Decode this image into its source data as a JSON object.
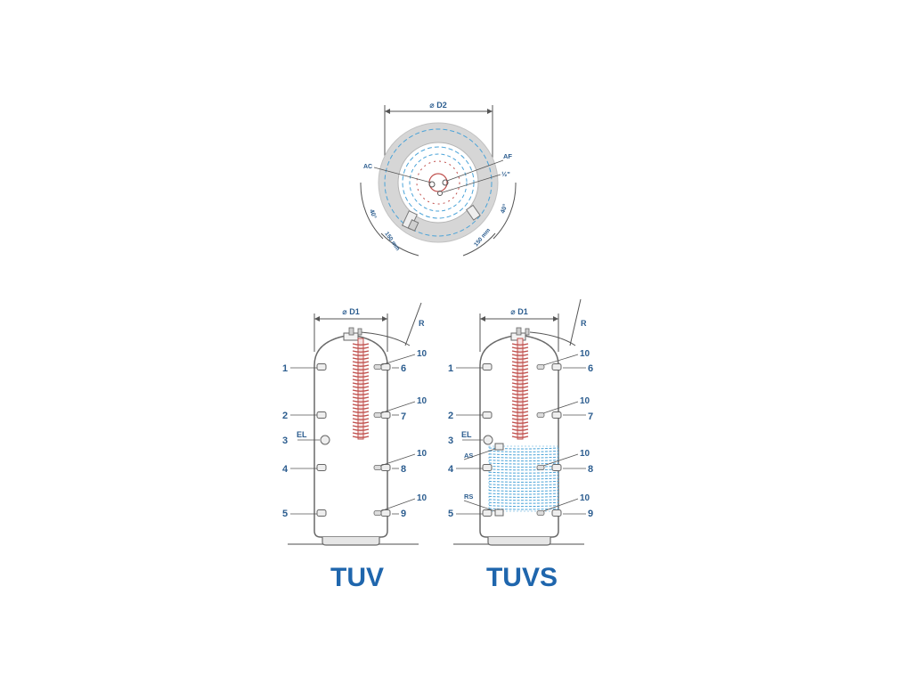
{
  "top_view": {
    "diameter_label": "⌀ D2",
    "ac_label": "AC",
    "af_label": "AF",
    "half_inch_label": "½\"",
    "angle_left": "40°",
    "angle_right": "40°",
    "dist_left": "150 mm",
    "dist_right": "150 mm"
  },
  "tuv": {
    "title": "TUV",
    "diameter_label": "⌀ D1",
    "r_label": "R",
    "left_labels": [
      "1",
      "2",
      "3",
      "4",
      "5"
    ],
    "right_labels": [
      "6",
      "7",
      "8",
      "9"
    ],
    "top_labels": [
      "10",
      "10",
      "10",
      "10"
    ],
    "el_label": "EL"
  },
  "tuvs": {
    "title": "TUVS",
    "diameter_label": "⌀ D1",
    "r_label": "R",
    "left_labels": [
      "1",
      "2",
      "3",
      "4",
      "5"
    ],
    "right_labels": [
      "6",
      "7",
      "8",
      "9"
    ],
    "top_labels": [
      "10",
      "10",
      "10",
      "10"
    ],
    "el_label": "EL",
    "as_label": "AS",
    "rs_label": "RS"
  },
  "colors": {
    "outline": "#5a5a5a",
    "label": "#2c5d8f",
    "title": "#1f66ad",
    "heater": "#c0504d",
    "coil": "#4aa3d8",
    "insulation": "#d8d8d8"
  }
}
